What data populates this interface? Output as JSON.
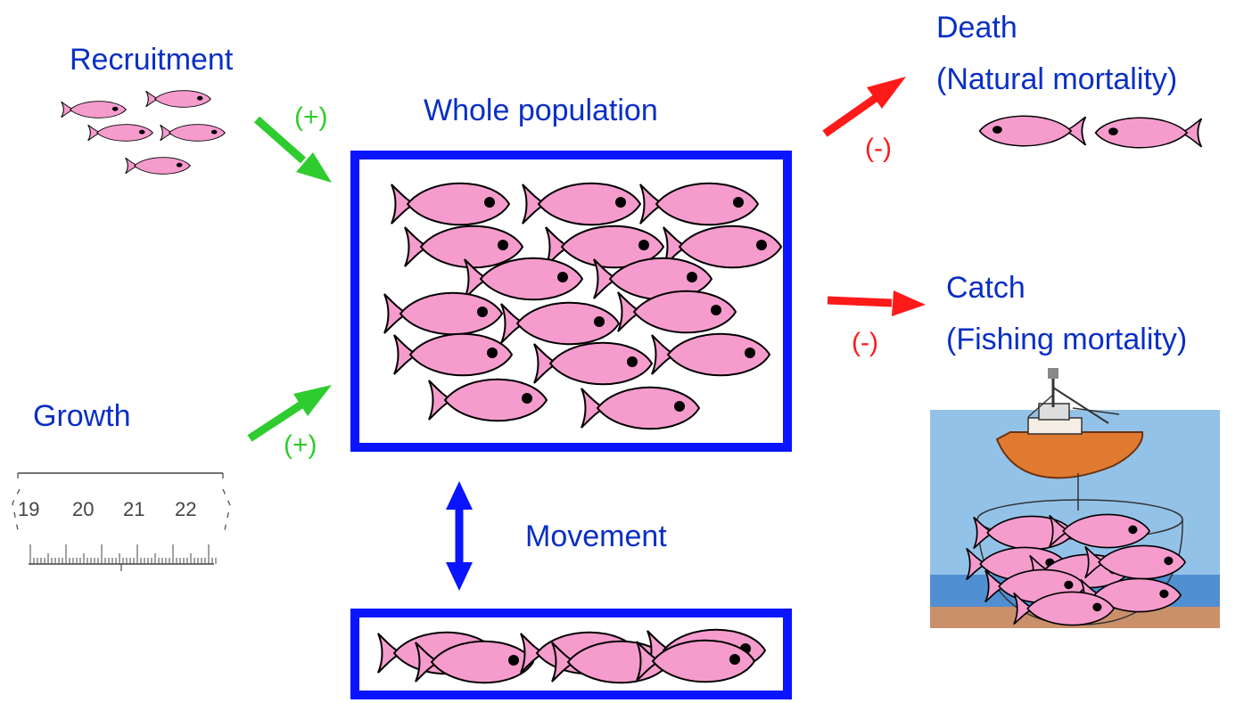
{
  "labels": {
    "recruitment": "Recruitment",
    "recruitment_sign": "(+)",
    "whole_population": "Whole population",
    "death": "Death",
    "natural_mortality": "(Natural mortality)",
    "death_sign": "(-)",
    "catch": "Catch",
    "fishing_mortality": "(Fishing mortality)",
    "catch_sign": "(-)",
    "growth": "Growth",
    "growth_sign": "(+)",
    "movement": "Movement"
  },
  "ruler": {
    "ticks": [
      "19",
      "20",
      "21",
      "22"
    ]
  },
  "colors": {
    "label_blue": "#0a2fc4",
    "box_blue": "#0a14ff",
    "gain_green": "#2ecc2e",
    "loss_red": "#ff1a1a",
    "fish_pink": "#f59ccd"
  }
}
